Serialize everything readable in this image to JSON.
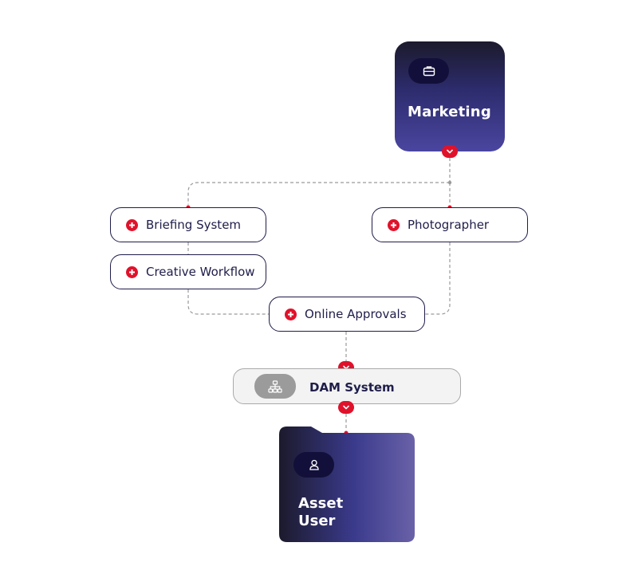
{
  "nodes": {
    "marketing": {
      "label": "Marketing",
      "icon": "briefcase-icon"
    },
    "briefing_system": {
      "label": "Briefing System",
      "icon": "plus-icon"
    },
    "photographer": {
      "label": "Photographer",
      "icon": "plus-icon"
    },
    "creative_workflow": {
      "label": "Creative Workflow",
      "icon": "plus-icon"
    },
    "online_approvals": {
      "label": "Online Approvals",
      "icon": "plus-icon"
    },
    "dam_system": {
      "label": "DAM System",
      "icon": "sitemap-icon"
    },
    "asset_user": {
      "label": "Asset User",
      "icon": "user-icon"
    }
  },
  "edges": [
    {
      "from": "Marketing",
      "to": "Briefing System"
    },
    {
      "from": "Marketing",
      "to": "Photographer"
    },
    {
      "from": "Briefing System",
      "to": "Creative Workflow"
    },
    {
      "from": "Creative Workflow",
      "to": "Online Approvals"
    },
    {
      "from": "Photographer",
      "to": "Online Approvals"
    },
    {
      "from": "Online Approvals",
      "to": "DAM System"
    },
    {
      "from": "DAM System",
      "to": "Asset User"
    }
  ],
  "colors": {
    "accent_red": "#e0122b",
    "navy_text": "#1f1d4a",
    "card_gradient_top": "#1c1a2c",
    "card_gradient_bottom": "#4a46a0",
    "dam_background": "#f2f3f2",
    "connector_dashed": "#9a9a9a"
  }
}
